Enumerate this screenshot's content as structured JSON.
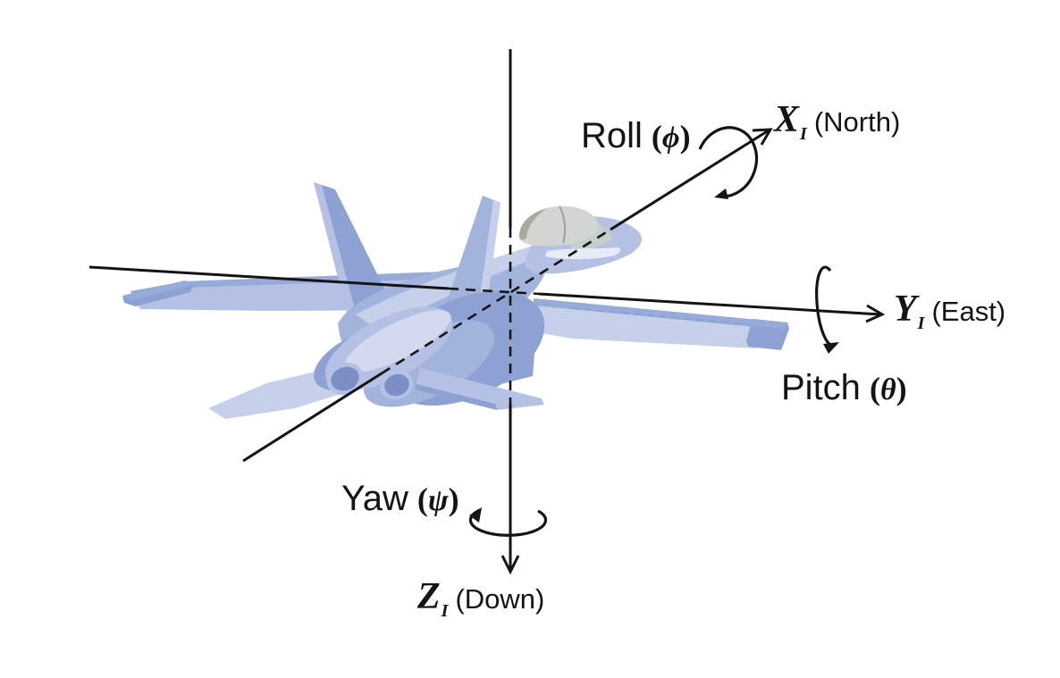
{
  "figure": {
    "description": "Aircraft inertial axes and rotation diagram",
    "background": "#ffffff"
  },
  "labels": {
    "roll": {
      "word": "Roll",
      "open": "(",
      "symbol": "ϕ",
      "close": ")"
    },
    "pitch": {
      "word": "Pitch",
      "open": "(",
      "symbol": "θ",
      "close": ")"
    },
    "yaw": {
      "word": "Yaw",
      "open": "(",
      "symbol": "ψ",
      "close": ")"
    },
    "x_axis": {
      "letter": "X",
      "sub": "I",
      "dir": "(North)"
    },
    "y_axis": {
      "letter": "Y",
      "sub": "I",
      "dir": "(East)"
    },
    "z_axis": {
      "letter": "Z",
      "sub": "I",
      "dir": "(Down)"
    }
  },
  "colors": {
    "ink": "#141414",
    "background": "#ffffff",
    "jet_highlight": "#d3daf0",
    "jet_light": "#c7d0eb",
    "jet_base": "#b4c1e4",
    "jet_mid": "#a2b3dc",
    "jet_dark": "#8da2d3",
    "jet_deep": "#7b8fc4",
    "jet_edge": "#97abd8",
    "canopy_grey": "#d2d6d1",
    "canopy_tint": "#c2cfca",
    "canopy_shadow": "#a7aa9e",
    "lex_light": "#e7ebf6"
  }
}
